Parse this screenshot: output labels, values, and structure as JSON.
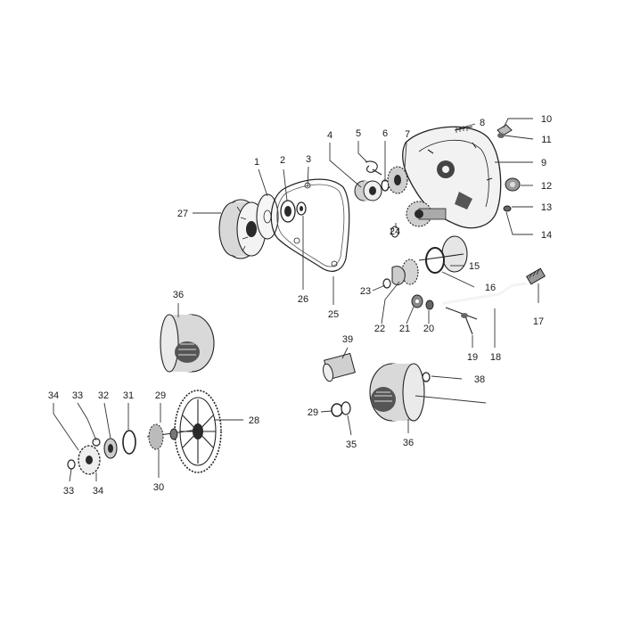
{
  "diagram": {
    "callouts": [
      {
        "id": "c1",
        "text": "1"
      },
      {
        "id": "c2",
        "text": "2"
      },
      {
        "id": "c3",
        "text": "3"
      },
      {
        "id": "c4",
        "text": "4"
      },
      {
        "id": "c5",
        "text": "5"
      },
      {
        "id": "c6",
        "text": "6"
      },
      {
        "id": "c7",
        "text": "7"
      },
      {
        "id": "c8",
        "text": "8"
      },
      {
        "id": "c9",
        "text": "9"
      },
      {
        "id": "c10",
        "text": "10"
      },
      {
        "id": "c11",
        "text": "11"
      },
      {
        "id": "c12",
        "text": "12"
      },
      {
        "id": "c13",
        "text": "13"
      },
      {
        "id": "c14",
        "text": "14"
      },
      {
        "id": "c15",
        "text": "15"
      },
      {
        "id": "c16",
        "text": "16"
      },
      {
        "id": "c17",
        "text": "17"
      },
      {
        "id": "c18",
        "text": "18"
      },
      {
        "id": "c19",
        "text": "19"
      },
      {
        "id": "c20",
        "text": "20"
      },
      {
        "id": "c21",
        "text": "21"
      },
      {
        "id": "c22",
        "text": "22"
      },
      {
        "id": "c23",
        "text": "23"
      },
      {
        "id": "c24",
        "text": "24"
      },
      {
        "id": "c25",
        "text": "25"
      },
      {
        "id": "c26",
        "text": "26"
      },
      {
        "id": "c27",
        "text": "27"
      },
      {
        "id": "c28",
        "text": "28"
      },
      {
        "id": "c29a",
        "text": "29"
      },
      {
        "id": "c29b",
        "text": "29"
      },
      {
        "id": "c30",
        "text": "30"
      },
      {
        "id": "c31",
        "text": "31"
      },
      {
        "id": "c32",
        "text": "32"
      },
      {
        "id": "c33a",
        "text": "33"
      },
      {
        "id": "c33b",
        "text": "33"
      },
      {
        "id": "c34a",
        "text": "34"
      },
      {
        "id": "c34b",
        "text": "34"
      },
      {
        "id": "c35",
        "text": "35"
      },
      {
        "id": "c36a",
        "text": "36"
      },
      {
        "id": "c36b",
        "text": "36"
      },
      {
        "id": "c38",
        "text": "38"
      },
      {
        "id": "c39",
        "text": "39"
      }
    ]
  }
}
